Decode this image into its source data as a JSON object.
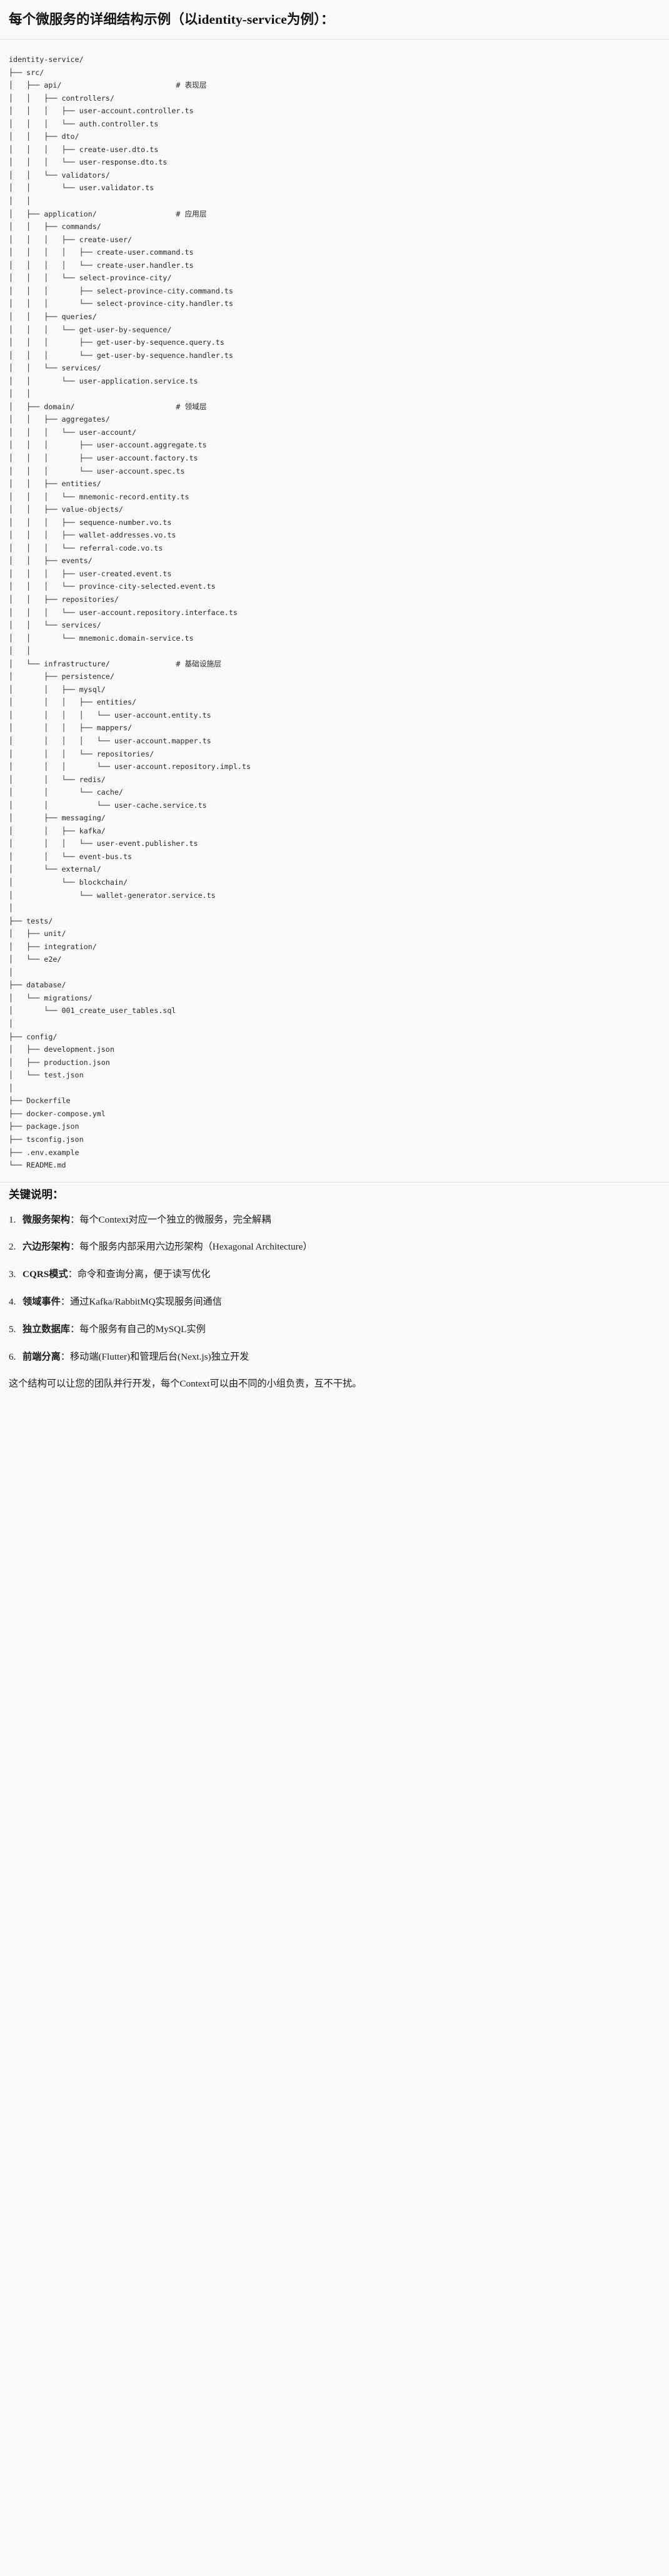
{
  "heading": {
    "title": "每个微服务的详细结构示例（以identity-service为例）："
  },
  "tree": {
    "root": "identity-service/",
    "text": "identity-service/\n├── src/\n│   ├── api/                          # 表现层\n│   │   ├── controllers/\n│   │   │   ├── user-account.controller.ts\n│   │   │   └── auth.controller.ts\n│   │   ├── dto/\n│   │   │   ├── create-user.dto.ts\n│   │   │   └── user-response.dto.ts\n│   │   └── validators/\n│   │       └── user.validator.ts\n│   │\n│   ├── application/                  # 应用层\n│   │   ├── commands/\n│   │   │   ├── create-user/\n│   │   │   │   ├── create-user.command.ts\n│   │   │   │   └── create-user.handler.ts\n│   │   │   └── select-province-city/\n│   │   │       ├── select-province-city.command.ts\n│   │   │       └── select-province-city.handler.ts\n│   │   ├── queries/\n│   │   │   └── get-user-by-sequence/\n│   │   │       ├── get-user-by-sequence.query.ts\n│   │   │       └── get-user-by-sequence.handler.ts\n│   │   └── services/\n│   │       └── user-application.service.ts\n│   │\n│   ├── domain/                       # 领域层\n│   │   ├── aggregates/\n│   │   │   └── user-account/\n│   │   │       ├── user-account.aggregate.ts\n│   │   │       ├── user-account.factory.ts\n│   │   │       └── user-account.spec.ts\n│   │   ├── entities/\n│   │   │   └── mnemonic-record.entity.ts\n│   │   ├── value-objects/\n│   │   │   ├── sequence-number.vo.ts\n│   │   │   ├── wallet-addresses.vo.ts\n│   │   │   └── referral-code.vo.ts\n│   │   ├── events/\n│   │   │   ├── user-created.event.ts\n│   │   │   └── province-city-selected.event.ts\n│   │   ├── repositories/\n│   │   │   └── user-account.repository.interface.ts\n│   │   └── services/\n│   │       └── mnemonic.domain-service.ts\n│   │\n│   └── infrastructure/               # 基础设施层\n│       ├── persistence/\n│       │   ├── mysql/\n│       │   │   ├── entities/\n│       │   │   │   └── user-account.entity.ts\n│       │   │   ├── mappers/\n│       │   │   │   └── user-account.mapper.ts\n│       │   │   └── repositories/\n│       │   │       └── user-account.repository.impl.ts\n│       │   └── redis/\n│       │       └── cache/\n│       │           └── user-cache.service.ts\n│       ├── messaging/\n│       │   ├── kafka/\n│       │   │   └── user-event.publisher.ts\n│       │   └── event-bus.ts\n│       └── external/\n│           └── blockchain/\n│               └── wallet-generator.service.ts\n│\n├── tests/\n│   ├── unit/\n│   ├── integration/\n│   └── e2e/\n│\n├── database/\n│   └── migrations/\n│       └── 001_create_user_tables.sql\n│\n├── config/\n│   ├── development.json\n│   ├── production.json\n│   └── test.json\n│\n├── Dockerfile\n├── docker-compose.yml\n├── package.json\n├── tsconfig.json\n├── .env.example\n└── README.md",
    "layer_comments": [
      "# 表现层",
      "# 应用层",
      "# 领域层",
      "# 基础设施层"
    ]
  },
  "notes": {
    "title": "关键说明：",
    "items": [
      {
        "term": "微服务架构",
        "sep": "：",
        "desc": "每个Context对应一个独立的微服务，完全解耦"
      },
      {
        "term": "六边形架构",
        "sep": "：",
        "desc": "每个服务内部采用六边形架构（Hexagonal Architecture）"
      },
      {
        "term": "CQRS模式",
        "sep": "：",
        "desc": "命令和查询分离，便于读写优化"
      },
      {
        "term": "领域事件",
        "sep": "：",
        "desc": "通过Kafka/RabbitMQ实现服务间通信"
      },
      {
        "term": "独立数据库",
        "sep": "：",
        "desc": "每个服务有自己的MySQL实例"
      },
      {
        "term": "前端分离",
        "sep": "：",
        "desc": "移动端(Flutter)和管理后台(Next.js)独立开发"
      }
    ],
    "closing": "这个结构可以让您的团队并行开发，每个Context可以由不同的小组负责，互不干扰。"
  }
}
